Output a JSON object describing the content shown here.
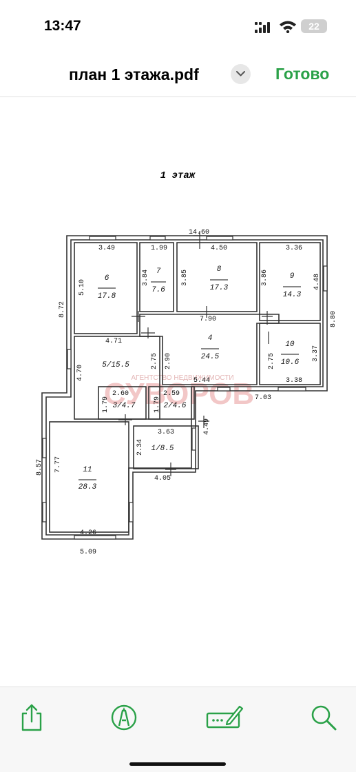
{
  "status": {
    "time": "13:47",
    "battery": "22"
  },
  "header": {
    "title": "план 1 этажа.pdf",
    "done_label": "Готово"
  },
  "plan": {
    "floor_title": "1 этаж",
    "watermark_big": "СУВОРОВ",
    "watermark_small": "АГЕНТСТВО НЕДВИЖИМОСТИ",
    "dims": {
      "total_top": "14.60",
      "r6_top": "3.49",
      "r7_top": "1.99",
      "r8_top": "4.50",
      "r9_top": "3.36",
      "r6_side": "5.10",
      "r7_side": "3.84",
      "r8_side": "3.85",
      "r9_side_l": "3.86",
      "r9_side_r": "4.48",
      "left_total": "8.72",
      "right_total": "8.80",
      "hall_width": "7.90",
      "r5_top": "4.71",
      "r5_side": "4.70",
      "r5_right": "2.75",
      "hall_left": "2.90",
      "r10_side": "2.75",
      "r10_right": "3.37",
      "r10_bottom": "3.38",
      "hall_bottom": "5.44",
      "right_bottom": "7.03",
      "r3_top": "2.60",
      "r3_side": "1.79",
      "r2_top": "2.59",
      "r2_side": "1.79",
      "r1_top": "3.63",
      "r1_side": "2.34",
      "r1_right": "4.49",
      "r1_bottom": "4.05",
      "r11_side": "7.77",
      "r11_left_total": "8.57",
      "r11_bottom": "4.26",
      "r11_bottom_total": "5.09"
    },
    "rooms": {
      "r6_num": "6",
      "r6_area": "17.8",
      "r7_num": "7",
      "r7_area": "7.6",
      "r8_num": "8",
      "r8_area": "17.3",
      "r9_num": "9",
      "r9_area": "14.3",
      "r4_num": "4",
      "r4_area": "24.5",
      "r10_num": "10",
      "r10_area": "10.6",
      "r5": "5/15.5",
      "r3": "3/4.7",
      "r2": "2/4.6",
      "r1": "1/8.5",
      "r11_num": "11",
      "r11_area": "28.3"
    }
  },
  "toolbar": {
    "icons": [
      "share-icon",
      "markup-icon",
      "signature-icon",
      "search-icon"
    ],
    "accent": "#2aa148"
  }
}
